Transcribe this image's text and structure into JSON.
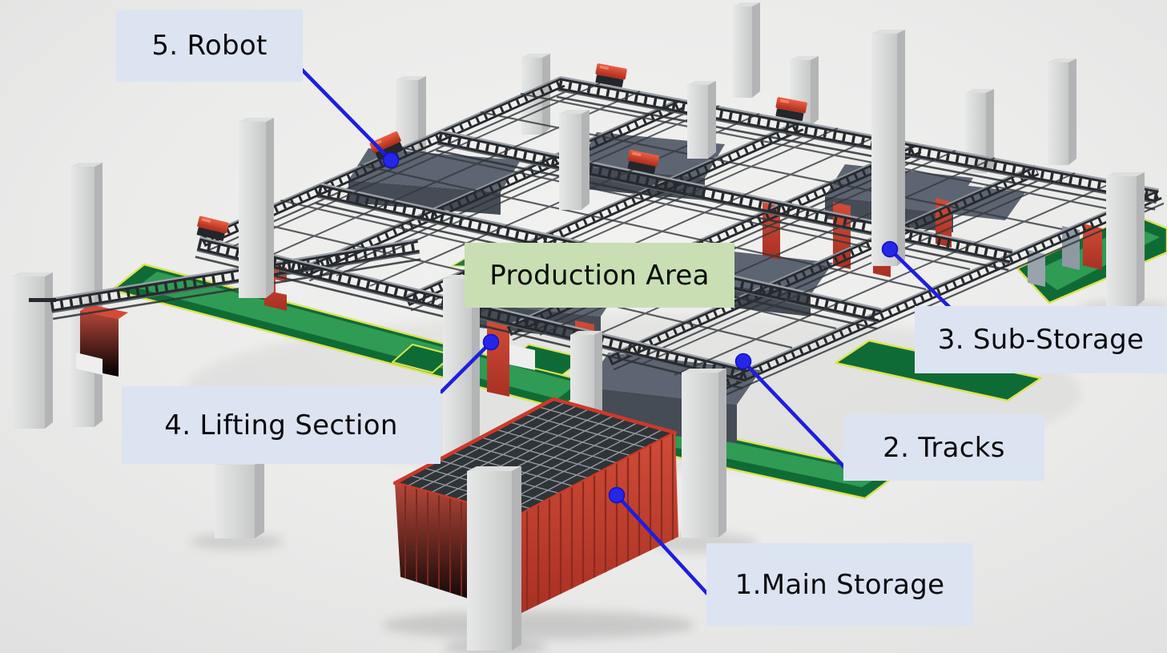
{
  "figure": {
    "type": "annotated 3D facility illustration",
    "subject": "Automated overhead-track storage and production system"
  },
  "annotations": [
    {
      "id": "main-storage",
      "number": "1",
      "label": "1.Main Storage",
      "box_color": "#dce4f2",
      "text_color": "#0a0a0a",
      "has_callout": true
    },
    {
      "id": "tracks",
      "number": "2",
      "label": "2. Tracks",
      "box_color": "#dce4f2",
      "text_color": "#0a0a0a",
      "has_callout": true
    },
    {
      "id": "sub-storage",
      "number": "3",
      "label": "3. Sub-Storage",
      "box_color": "#dce4f2",
      "text_color": "#0a0a0a",
      "has_callout": true
    },
    {
      "id": "lifting-section",
      "number": "4",
      "label": "4. Lifting Section",
      "box_color": "#dce4f2",
      "text_color": "#0a0a0a",
      "has_callout": true
    },
    {
      "id": "robot",
      "number": "5",
      "label": "5. Robot",
      "box_color": "#dce4f2",
      "text_color": "#0a0a0a",
      "has_callout": true
    },
    {
      "id": "production-area",
      "number": "",
      "label": "Production Area",
      "box_color": "#c9dfb3",
      "text_color": "#0a0a0a",
      "has_callout": false
    }
  ],
  "callout_style": {
    "line_color": "#1e1ede",
    "dot_color": "#2626e8"
  },
  "scene_colors": {
    "background": "#ebecec",
    "track_steel": "#26292d",
    "pillar_concrete": "#d8d9d9",
    "storage_red": "#c6402f",
    "robot_red": "#d94430",
    "floor_green": "#126c37",
    "floor_edge_yellow": "#d9e14f",
    "machine_gray": "#5a6270"
  }
}
